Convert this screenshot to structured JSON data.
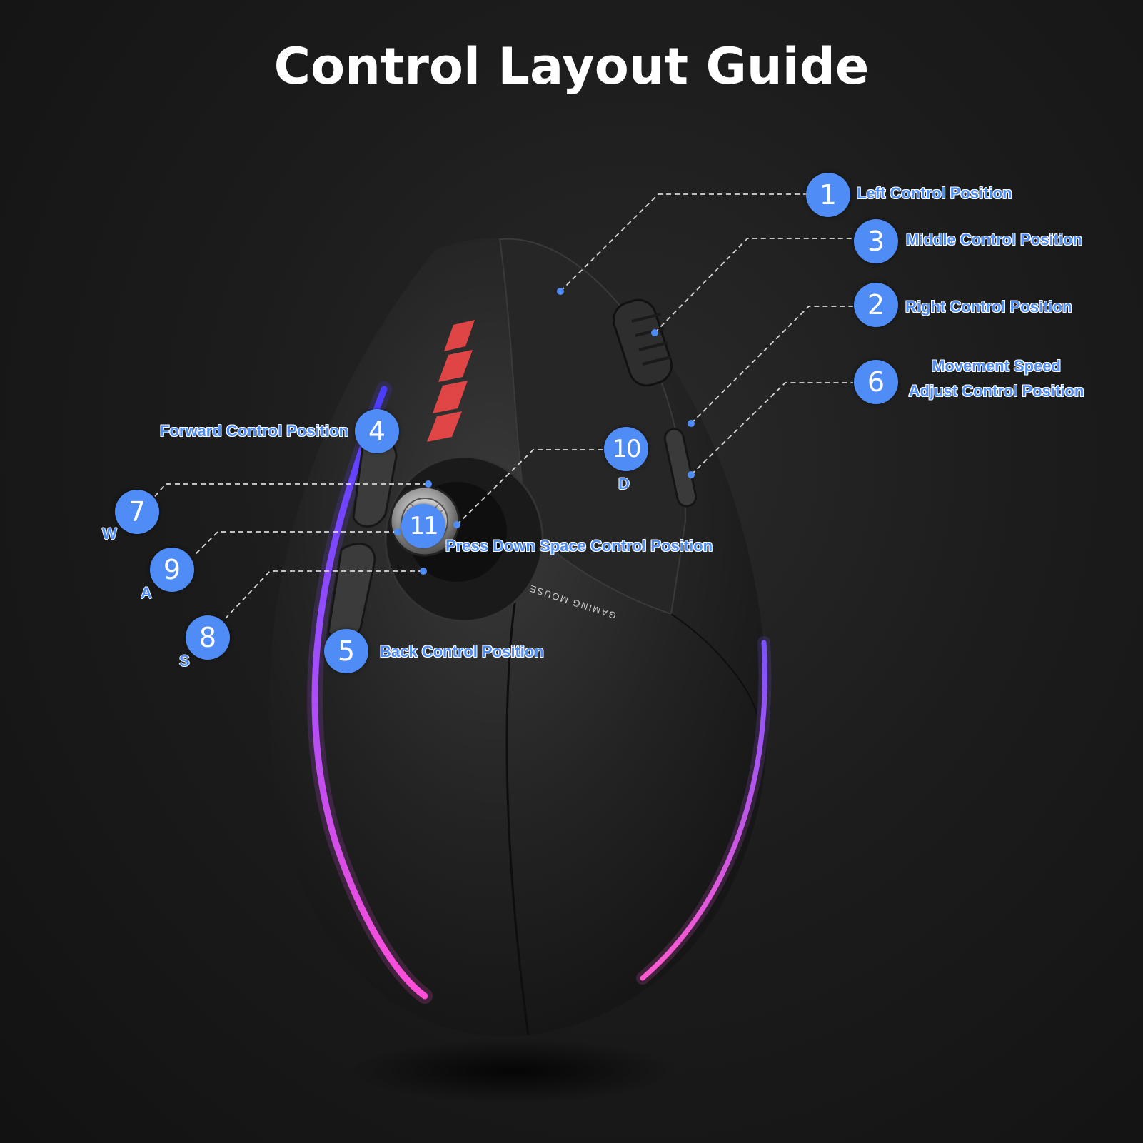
{
  "title": "Control Layout Guide",
  "brand_text": "GAMING MOUSE",
  "callouts": [
    {
      "number": "1",
      "label": "Left Control Position"
    },
    {
      "number": "3",
      "label": "Middle Control Position"
    },
    {
      "number": "2",
      "label": "Right Control Position"
    },
    {
      "number": "6",
      "label_line1": "Movement Speed",
      "label_line2": "Adjust Control Position"
    },
    {
      "number": "4",
      "label": "Forward Control Position"
    },
    {
      "number": "10",
      "key": "D"
    },
    {
      "number": "7",
      "key": "W"
    },
    {
      "number": "11",
      "label": "Press Down Space Control Position"
    },
    {
      "number": "9",
      "key": "A"
    },
    {
      "number": "8",
      "key": "S"
    },
    {
      "number": "5",
      "label": "Back Control Position"
    }
  ],
  "colors": {
    "badge": "#4f8cf6",
    "label": "#4f8cf6",
    "background": "#1c1c1c",
    "led_top": "#4a3cff",
    "led_bottom": "#ff4fd8",
    "accent_red": "#ff4a4a"
  }
}
